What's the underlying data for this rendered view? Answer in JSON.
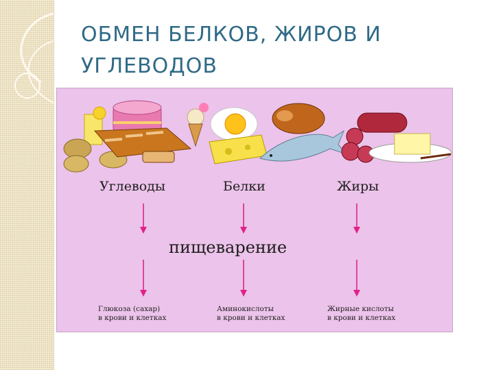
{
  "slide": {
    "title_line1": "ОБМЕН БЕЛКОВ, ЖИРОВ И",
    "title_line2": "УГЛЕВОДОВ"
  },
  "diagram": {
    "categories": [
      {
        "label": "Углеводы",
        "product_line1": "Глюкоза (сахар)",
        "product_line2": "в крови и клетках"
      },
      {
        "label": "Белки",
        "product_line1": "Аминокислоты",
        "product_line2": "в крови и клетках"
      },
      {
        "label": "Жиры",
        "product_line1": "Жирные кислоты",
        "product_line2": "в крови и клетках"
      }
    ],
    "process": "пищеварение",
    "colors": {
      "panel_background": "#ecc3ea",
      "arrow": "#e0218a",
      "title_text": "#2f6a86"
    },
    "food_icons": [
      "lemonade-glass-icon",
      "cake-icon",
      "bread-loaf-icon",
      "potatoes-icon",
      "ice-cream-icon",
      "fried-egg-icon",
      "cheese-icon",
      "fish-icon",
      "roast-chicken-icon",
      "sausage-icon",
      "butter-icon"
    ]
  }
}
